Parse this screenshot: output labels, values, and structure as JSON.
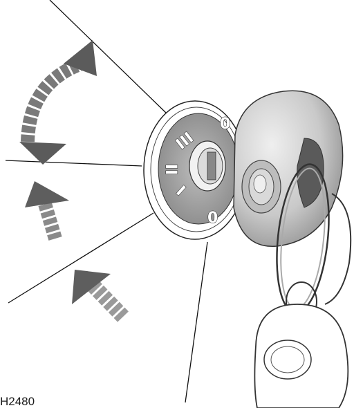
{
  "illustration": {
    "positions": {
      "top": "0",
      "position_3": "III",
      "position_2": "II",
      "position_1": "I",
      "bottom": "0"
    },
    "reference_code": "H2480",
    "colors": {
      "line": "#111111",
      "bezel": "#9a9a9a",
      "key": "#c8c8c8",
      "arrow": "#6e6e6e"
    }
  }
}
